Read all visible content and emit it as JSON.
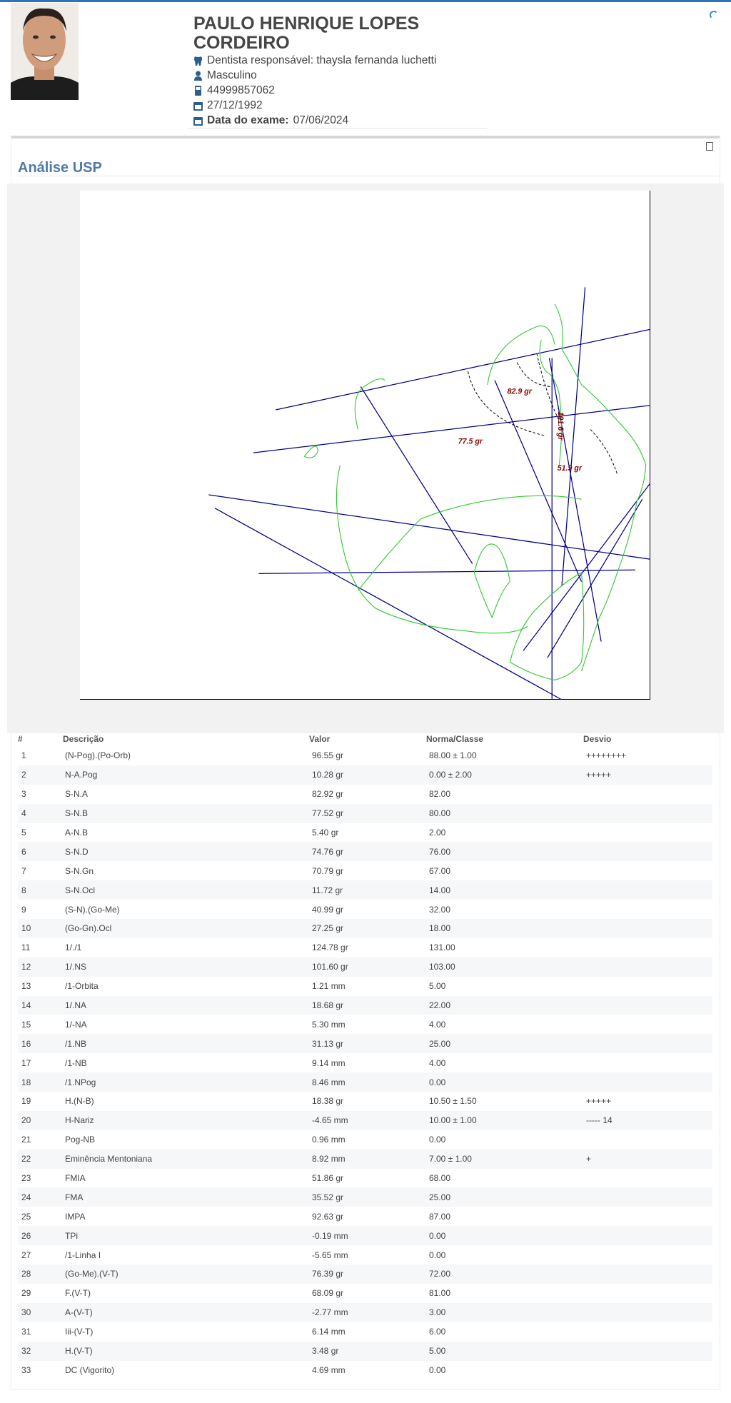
{
  "patient": {
    "name": "PAULO HENRIQUE LOPES CORDEIRO",
    "dentist_label": "Dentista responsável: thaysla fernanda luchetti",
    "gender": "Masculino",
    "phone": "44999857062",
    "birthdate": "27/12/1992",
    "exam_label": "Data do exame:",
    "exam_date": "07/06/2024"
  },
  "analysis": {
    "title": "Análise USP",
    "angle_labels": [
      "82.9 gr",
      "77.5 gr",
      "101.6 gr",
      "51.9 gr"
    ],
    "colors": {
      "lines": "#00008b",
      "tracing": "#33cc33",
      "labels": "#8b0000",
      "accent": "#4f7aa6"
    }
  },
  "table": {
    "headers": [
      "#",
      "Descrição",
      "Valor",
      "Norma/Classe",
      "Desvio"
    ],
    "rows": [
      [
        "1",
        "(N-Pog).(Po-Orb)",
        "96.55 gr",
        "88.00 ± 1.00",
        "++++++++"
      ],
      [
        "2",
        "N-A.Pog",
        "10.28 gr",
        "0.00 ± 2.00",
        "+++++"
      ],
      [
        "3",
        "S-N.A",
        "82.92 gr",
        "82.00",
        ""
      ],
      [
        "4",
        "S-N.B",
        "77.52 gr",
        "80.00",
        ""
      ],
      [
        "5",
        "A-N.B",
        "5.40 gr",
        "2.00",
        ""
      ],
      [
        "6",
        "S-N.D",
        "74.76 gr",
        "76.00",
        ""
      ],
      [
        "7",
        "S-N.Gn",
        "70.79 gr",
        "67.00",
        ""
      ],
      [
        "8",
        "S-N.Ocl",
        "11.72 gr",
        "14.00",
        ""
      ],
      [
        "9",
        "(S-N).(Go-Me)",
        "40.99 gr",
        "32.00",
        ""
      ],
      [
        "10",
        "(Go-Gn).Ocl",
        "27.25 gr",
        "18.00",
        ""
      ],
      [
        "11",
        "1/./1",
        "124.78 gr",
        "131.00",
        ""
      ],
      [
        "12",
        "1/.NS",
        "101.60 gr",
        "103.00",
        ""
      ],
      [
        "13",
        "/1-Orbita",
        "1.21 mm",
        "5.00",
        ""
      ],
      [
        "14",
        "1/.NA",
        "18.68 gr",
        "22.00",
        ""
      ],
      [
        "15",
        "1/-NA",
        "5.30 mm",
        "4.00",
        ""
      ],
      [
        "16",
        "/1.NB",
        "31.13 gr",
        "25.00",
        ""
      ],
      [
        "17",
        "/1-NB",
        "9.14 mm",
        "4.00",
        ""
      ],
      [
        "18",
        "/1.NPog",
        "8.46 mm",
        "0.00",
        ""
      ],
      [
        "19",
        "H.(N-B)",
        "18.38 gr",
        "10.50 ± 1.50",
        "+++++"
      ],
      [
        "20",
        "H-Nariz",
        "-4.65 mm",
        "10.00 ± 1.00",
        "----- 14"
      ],
      [
        "21",
        "Pog-NB",
        "0.96 mm",
        "0.00",
        ""
      ],
      [
        "22",
        "Eminência Mentoniana",
        "8.92 mm",
        "7.00 ± 1.00",
        "+"
      ],
      [
        "23",
        "FMIA",
        "51.86 gr",
        "68.00",
        ""
      ],
      [
        "24",
        "FMA",
        "35.52 gr",
        "25.00",
        ""
      ],
      [
        "25",
        "IMPA",
        "92.63 gr",
        "87.00",
        ""
      ],
      [
        "26",
        "TPi",
        "-0.19 mm",
        "0.00",
        ""
      ],
      [
        "27",
        "/1-Linha I",
        "-5.65 mm",
        "0.00",
        ""
      ],
      [
        "28",
        "(Go-Me).(V-T)",
        "76.39 gr",
        "72.00",
        ""
      ],
      [
        "29",
        "F.(V-T)",
        "68.09 gr",
        "81.00",
        ""
      ],
      [
        "30",
        "A-(V-T)",
        "-2.77 mm",
        "3.00",
        ""
      ],
      [
        "31",
        "Iii-(V-T)",
        "6.14 mm",
        "6.00",
        ""
      ],
      [
        "32",
        "H.(V-T)",
        "3.48 gr",
        "5.00",
        ""
      ],
      [
        "33",
        "DC (Vigorito)",
        "4.69 mm",
        "0.00",
        ""
      ]
    ]
  }
}
